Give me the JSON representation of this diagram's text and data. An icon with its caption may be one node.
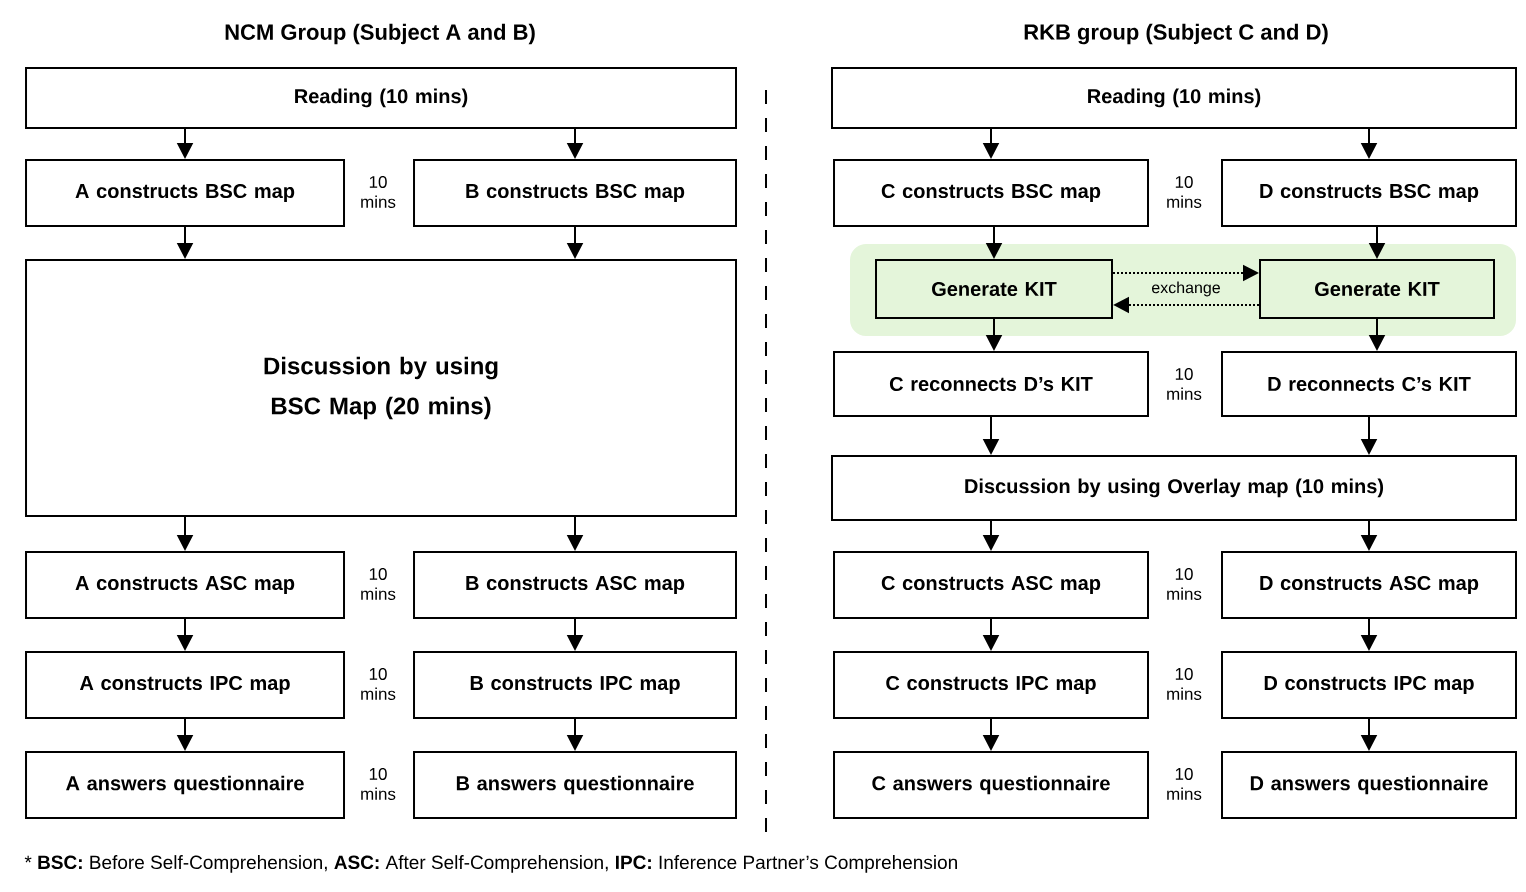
{
  "diagram": {
    "nodes": [
      {
        "text": [
          "Reading (10 mins)"
        ]
      },
      {
        "text": [
          "A constructs BSC map"
        ]
      },
      {
        "text": [
          "B constructs BSC map"
        ]
      },
      {
        "text": [
          "Discussion by using BSC Map (20 mins)"
        ]
      },
      {
        "text": [
          "A constructs ASC map"
        ]
      },
      {
        "text": [
          "B constructs ASC map"
        ]
      },
      {
        "text": [
          "A constructs IPC map"
        ]
      },
      {
        "text": [
          "B constructs IPC map"
        ]
      },
      {
        "text": [
          "A answers questionnaire"
        ]
      },
      {
        "text": [
          "B answers questionnaire"
        ]
      },
      {
        "text": [
          "Reading (10 mins)"
        ]
      },
      {
        "text": [
          "C constructs BSC map"
        ]
      },
      {
        "text": [
          "D constructs BSC map"
        ]
      },
      {
        "text": [],
        "shape": "box"
      },
      {
        "text": [
          "Generate KIT"
        ],
        "in": 13
      },
      {
        "text": [
          "Generate KIT"
        ],
        "in": 13
      },
      {
        "text": [
          "C reconnects D’s KIT"
        ]
      },
      {
        "text": [
          "D reconnects C’s KIT"
        ]
      },
      {
        "text": [
          "Discussion by using Overlay map (10 mins)"
        ]
      },
      {
        "text": [
          "C constructs ASC map"
        ]
      },
      {
        "text": [
          "D constructs ASC map"
        ]
      },
      {
        "text": [
          "C constructs IPC map"
        ]
      },
      {
        "text": [
          "D constructs IPC map"
        ]
      },
      {
        "text": [
          "C answers questionnaire"
        ]
      },
      {
        "text": [
          "D answers questionnaire"
        ]
      }
    ],
    "edges": [
      {
        "from": 0,
        "to": 1,
        "arrow": "to"
      },
      {
        "from": 0,
        "to": 2,
        "arrow": "to"
      },
      {
        "from": 1,
        "to": 3,
        "arrow": "to"
      },
      {
        "from": 2,
        "to": 3,
        "arrow": "to"
      },
      {
        "from": 3,
        "to": 4,
        "arrow": "to"
      },
      {
        "from": 3,
        "to": 5,
        "arrow": "to"
      },
      {
        "from": 4,
        "to": 6,
        "arrow": "to"
      },
      {
        "from": 5,
        "to": 7,
        "arrow": "to"
      },
      {
        "from": 6,
        "to": 8,
        "arrow": "to"
      },
      {
        "from": 7,
        "to": 9,
        "arrow": "to"
      },
      {
        "from": 10,
        "to": 11,
        "arrow": "to"
      },
      {
        "from": 10,
        "to": 12,
        "arrow": "to"
      },
      {
        "from": 11,
        "to": 14,
        "arrow": "to"
      },
      {
        "from": 12,
        "to": 15,
        "arrow": "to"
      },
      {
        "from": 14,
        "to": 15,
        "arrow": "to",
        "style": "dashed",
        "label": "exchange"
      },
      {
        "from": 15,
        "to": 14,
        "arrow": "to",
        "style": "dashed"
      },
      {
        "from": 14,
        "to": 16,
        "arrow": "to"
      },
      {
        "from": 15,
        "to": 17,
        "arrow": "to"
      },
      {
        "from": 16,
        "to": 18,
        "arrow": "to"
      },
      {
        "from": 17,
        "to": 18,
        "arrow": "to"
      },
      {
        "from": 18,
        "to": 19,
        "arrow": "to"
      },
      {
        "from": 18,
        "to": 20,
        "arrow": "to"
      },
      {
        "from": 19,
        "to": 21,
        "arrow": "to"
      },
      {
        "from": 20,
        "to": 22,
        "arrow": "to"
      },
      {
        "from": 21,
        "to": 23,
        "arrow": "to"
      },
      {
        "from": 22,
        "to": 24,
        "arrow": "to"
      }
    ],
    "labels": [
      "NCM Group (Subject A and B)",
      "RKB group (Subject C and D)",
      "10 mins",
      "10 mins",
      "10 mins",
      "10 mins",
      "10 mins",
      "10 mins",
      "10 mins",
      "10 mins",
      "10 mins",
      "* **BSC:** Before Self-Comprehension, **ASC:** After Self-Comprehension, **IPC:** Inference Partner’s Comprehension"
    ]
  }
}
